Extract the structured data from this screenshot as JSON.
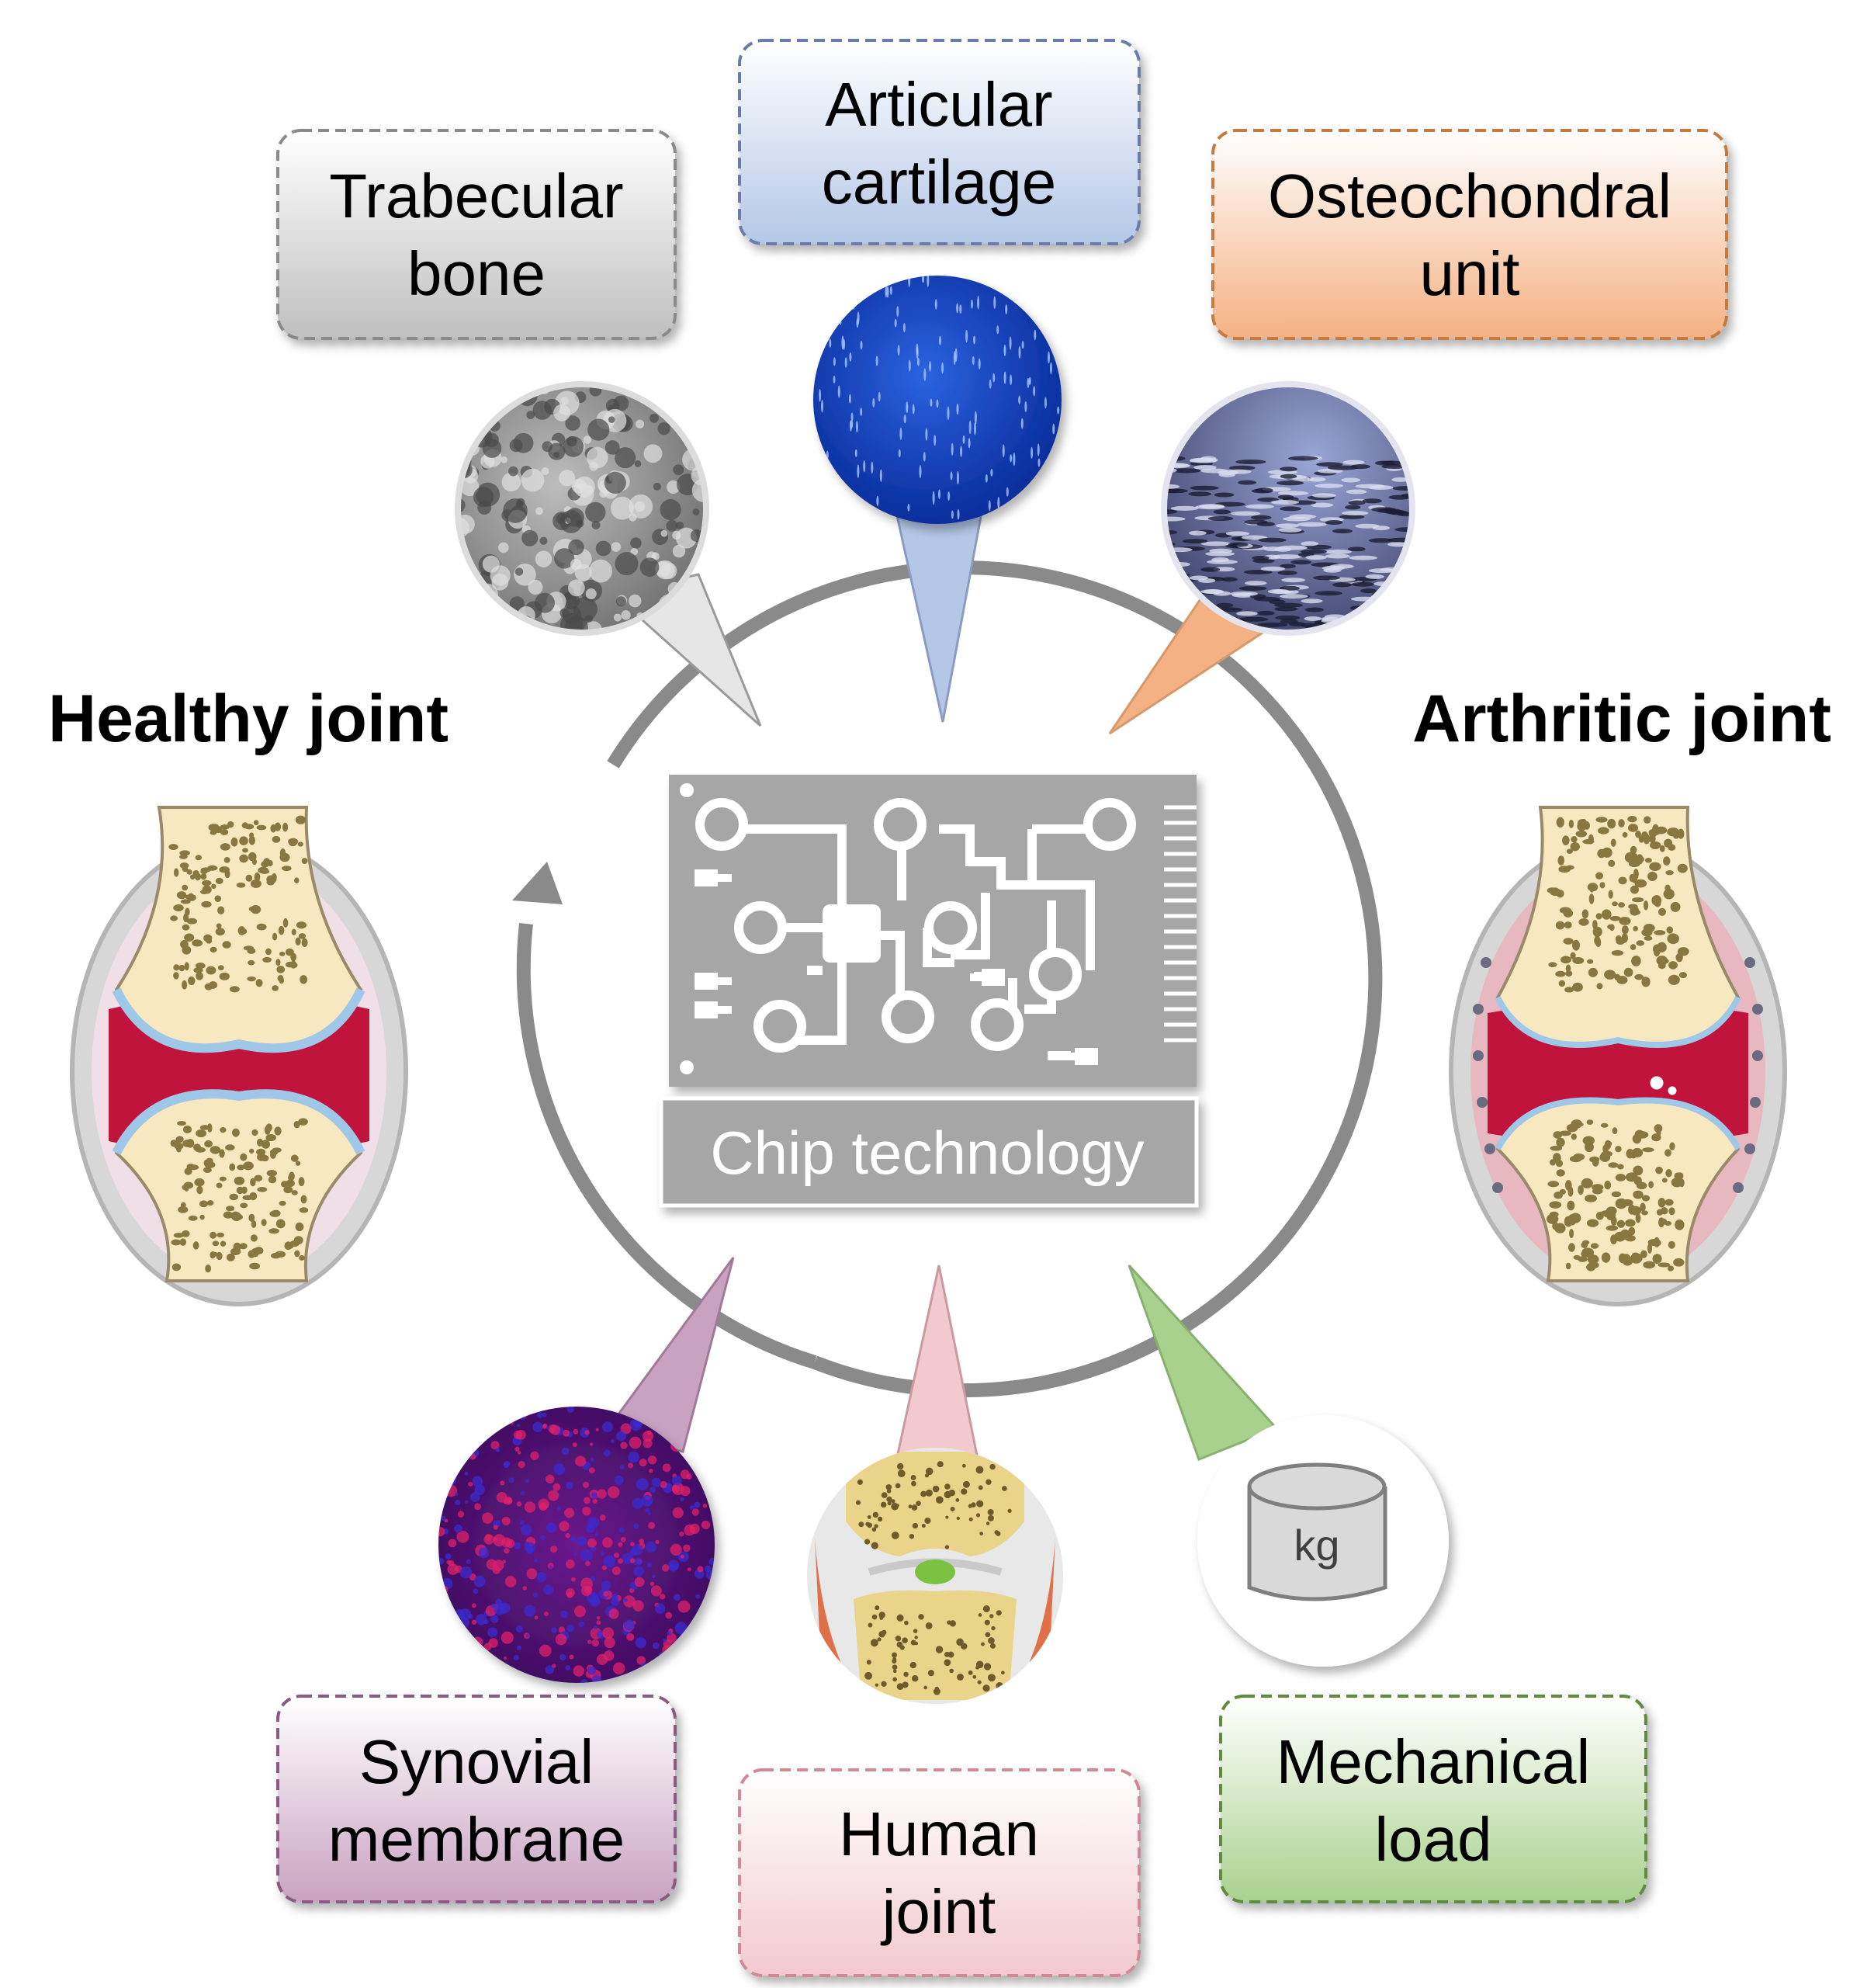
{
  "labels": {
    "healthy": "Healthy joint",
    "arthritic": "Arthritic joint",
    "chip": "Chip technology",
    "weight": "kg"
  },
  "boxes": {
    "trabecular": [
      "Trabecular",
      "bone"
    ],
    "cartilage": [
      "Articular",
      "cartilage"
    ],
    "osteochondral": [
      "Osteochondral",
      "unit"
    ],
    "synovial": [
      "Synovial",
      "membrane"
    ],
    "human": [
      "Human",
      "joint"
    ],
    "mechanical": [
      "Mechanical",
      "load"
    ]
  },
  "colors": {
    "ring": "#8a8a8a",
    "chip": "#a6a6a6",
    "trabecular": "#bfbfbf",
    "cartilage": "#b4c7e7",
    "osteochondral": "#f4b183",
    "synovial": "#c8a2c0",
    "human": "#f2c9cf",
    "mechanical": "#a9d18e",
    "bone": "#f8e8c0",
    "synovialFluid": "#c0143c"
  }
}
